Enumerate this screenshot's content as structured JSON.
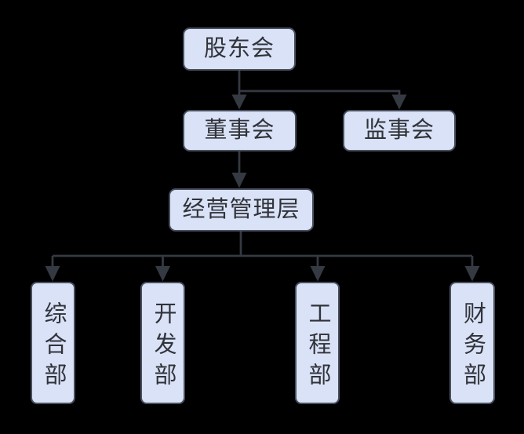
{
  "diagram": {
    "type": "org-chart",
    "colors": {
      "background": "#000000",
      "node_fill": "#dae2f8",
      "node_border": "#49505e",
      "node_text": "#303338",
      "connector": "#343942"
    },
    "nodes": {
      "shareholders": {
        "label": "股东会"
      },
      "board_of_directors": {
        "label": "董事会"
      },
      "supervisory_board": {
        "label": "监事会"
      },
      "management": {
        "label": "经营管理层"
      },
      "dept_general": {
        "label": "综合部"
      },
      "dept_development": {
        "label": "开发部"
      },
      "dept_engineering": {
        "label": "工程部"
      },
      "dept_finance": {
        "label": "财务部"
      }
    },
    "edges": [
      {
        "from": "shareholders",
        "to": "board_of_directors"
      },
      {
        "from": "shareholders",
        "to": "supervisory_board"
      },
      {
        "from": "board_of_directors",
        "to": "management"
      },
      {
        "from": "management",
        "to": "dept_general"
      },
      {
        "from": "management",
        "to": "dept_development"
      },
      {
        "from": "management",
        "to": "dept_engineering"
      },
      {
        "from": "management",
        "to": "dept_finance"
      }
    ]
  }
}
